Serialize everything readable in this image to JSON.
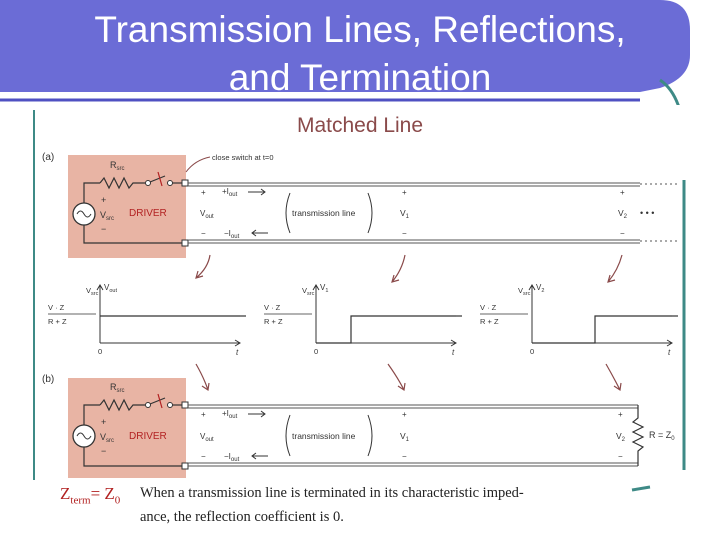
{
  "title": {
    "line1": "Transmission Lines, Reflections,",
    "line2": "and Termination"
  },
  "subtitle": "Matched Line",
  "colors": {
    "banner": "#6b6cd6",
    "banner_dark": "#4f50c2",
    "driver_box": "#e8b4a4",
    "accent_teal": "#3e8a86",
    "arrow": "#8a4a4a"
  },
  "panel_a": {
    "label": "(a)",
    "rsrc": "R",
    "rsrc_sub": "src",
    "switch_note": "close switch at t=0",
    "vsrc": "V",
    "vsrc_sub": "src",
    "driver": "DRIVER",
    "vout": "V",
    "vout_sub": "out",
    "iout_top": "+I",
    "iout_top_sub": "out",
    "iout_bot": "−I",
    "iout_bot_sub": "out",
    "line_label": "transmission line",
    "v1": "V",
    "v1_sub": "1",
    "v2": "V",
    "v2_sub": "2",
    "dots": "• • •"
  },
  "plots": [
    {
      "ylabel": "V",
      "ylabel_sub": "out",
      "step_t": 0.0
    },
    {
      "ylabel": "V",
      "ylabel_sub": "1",
      "step_t": 0.25
    },
    {
      "ylabel": "V",
      "ylabel_sub": "2",
      "step_t": 0.45
    }
  ],
  "plot_text": {
    "vsrc_label": "V",
    "vsrc_label_sub": "src",
    "num": "V   · Z",
    "num_a": "src",
    "num_b": "0",
    "den": "R    + Z",
    "den_a": "src",
    "den_b": "0",
    "zero": "0",
    "t": "t"
  },
  "panel_b": {
    "label": "(b)",
    "rsrc": "R",
    "rsrc_sub": "src",
    "vsrc": "V",
    "vsrc_sub": "src",
    "driver": "DRIVER",
    "vout": "V",
    "vout_sub": "out",
    "iout_top": "+I",
    "iout_top_sub": "out",
    "iout_bot": "−I",
    "iout_bot_sub": "out",
    "line_label": "transmission line",
    "v1": "V",
    "v1_sub": "1",
    "v2": "V",
    "v2_sub": "2",
    "term": "R = Z",
    "term_sub": "0"
  },
  "caption": {
    "zterm": "Z",
    "zterm_sub": "term",
    "zterm_eq": "= Z",
    "zterm_eq_sub": "0",
    "line1": "When a transmission line is terminated in its characteristic imped-",
    "line2": "ance, the reflection coefficient is 0."
  }
}
